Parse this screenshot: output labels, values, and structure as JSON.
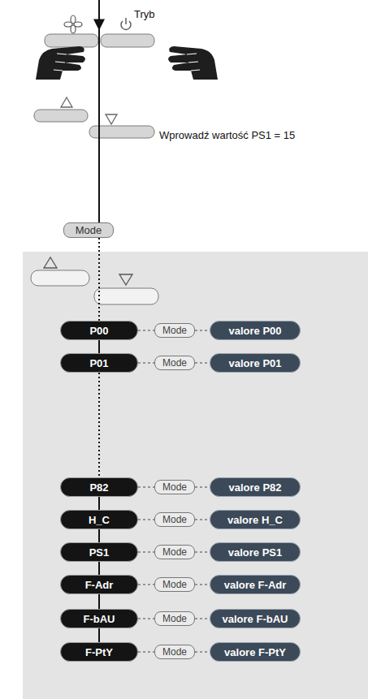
{
  "diagram": {
    "nodes": [
      {
        "text": [
          "Mode"
        ]
      },
      {
        "text": [
          "P00"
        ]
      },
      {
        "text": [
          "Mode"
        ]
      },
      {
        "text": [
          "valore P00"
        ]
      },
      {
        "text": [
          "P01"
        ]
      },
      {
        "text": [
          "Mode"
        ]
      },
      {
        "text": [
          "valore P01"
        ]
      },
      {
        "text": [
          "P82"
        ]
      },
      {
        "text": [
          "Mode"
        ]
      },
      {
        "text": [
          "valore P82"
        ]
      },
      {
        "text": [
          "H_C"
        ]
      },
      {
        "text": [
          "Mode"
        ]
      },
      {
        "text": [
          "valore H_C"
        ]
      },
      {
        "text": [
          "PS1"
        ]
      },
      {
        "text": [
          "Mode"
        ]
      },
      {
        "text": [
          "valore PS1"
        ]
      },
      {
        "text": [
          "F-Adr"
        ]
      },
      {
        "text": [
          "Mode"
        ]
      },
      {
        "text": [
          "valore F-Adr"
        ]
      },
      {
        "text": [
          "F-bAU"
        ]
      },
      {
        "text": [
          "Mode"
        ]
      },
      {
        "text": [
          "valore F-bAU"
        ]
      },
      {
        "text": [
          "F-PtY"
        ]
      },
      {
        "text": [
          "Mode"
        ]
      },
      {
        "text": [
          "valore F-PtY"
        ]
      }
    ],
    "edges": [
      {
        "from": 0,
        "to": 1,
        "arrow": "none"
      },
      {
        "from": 1,
        "to": 4,
        "arrow": "none"
      },
      {
        "from": 4,
        "to": 7,
        "arrow": "none"
      },
      {
        "from": 7,
        "to": 10,
        "arrow": "none"
      },
      {
        "from": 10,
        "to": 13,
        "arrow": "none"
      },
      {
        "from": 13,
        "to": 16,
        "arrow": "none"
      },
      {
        "from": 16,
        "to": 19,
        "arrow": "none"
      },
      {
        "from": 19,
        "to": 22,
        "arrow": "none"
      },
      {
        "from": 1,
        "to": 2,
        "arrow": "none"
      },
      {
        "from": 2,
        "to": 3,
        "arrow": "none"
      },
      {
        "from": 4,
        "to": 5,
        "arrow": "none"
      },
      {
        "from": 5,
        "to": 6,
        "arrow": "none"
      },
      {
        "from": 7,
        "to": 8,
        "arrow": "none"
      },
      {
        "from": 8,
        "to": 9,
        "arrow": "none"
      },
      {
        "from": 10,
        "to": 11,
        "arrow": "none"
      },
      {
        "from": 11,
        "to": 12,
        "arrow": "none"
      },
      {
        "from": 13,
        "to": 14,
        "arrow": "none"
      },
      {
        "from": 14,
        "to": 15,
        "arrow": "none"
      },
      {
        "from": 16,
        "to": 17,
        "arrow": "none"
      },
      {
        "from": 17,
        "to": 18,
        "arrow": "none"
      },
      {
        "from": 19,
        "to": 20,
        "arrow": "none"
      },
      {
        "from": 20,
        "to": 21,
        "arrow": "none"
      },
      {
        "from": 22,
        "to": 23,
        "arrow": "none"
      },
      {
        "from": 23,
        "to": 24,
        "arrow": "none"
      }
    ],
    "labels": [
      "Tryb",
      "Wprowadź wartość PS1 = 15"
    ]
  }
}
